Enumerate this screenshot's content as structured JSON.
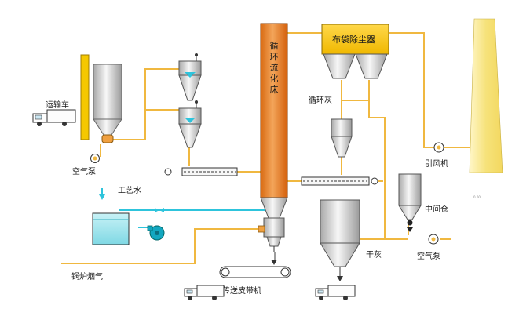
{
  "labels": {
    "truck_left": "运输车",
    "air_pump_left": "空气泵",
    "process_water": "工艺水",
    "boiler_flue_gas": "锅炉烟气",
    "cfb_column": "循环流化床",
    "baghouse": "布袋除尘器",
    "recycled_ash": "循环灰",
    "induced_fan": "引风机",
    "intermediate_bin": "中间仓",
    "dry_ash": "干灰",
    "air_pump_right": "空气泵",
    "belt_conveyor": "传送皮带机",
    "stack_tiny_text": "0.00"
  },
  "colors": {
    "pipe": "#f0b840",
    "water": "#2ec4dc",
    "vessel_light": "#f2f2f2",
    "vessel_dark": "#9a9a9a",
    "column_orange": "#e8822a",
    "baghouse_yellow": "#f5c200",
    "stack_yellow": "#f4e88a",
    "tank_water": "#9fe6ee",
    "fan_teal": "#13a7c0"
  },
  "icons": [
    "truck-icon",
    "air-pump-icon",
    "fan-icon",
    "screw-conveyor-icon",
    "belt-conveyor-icon",
    "arrow-down-icon"
  ]
}
